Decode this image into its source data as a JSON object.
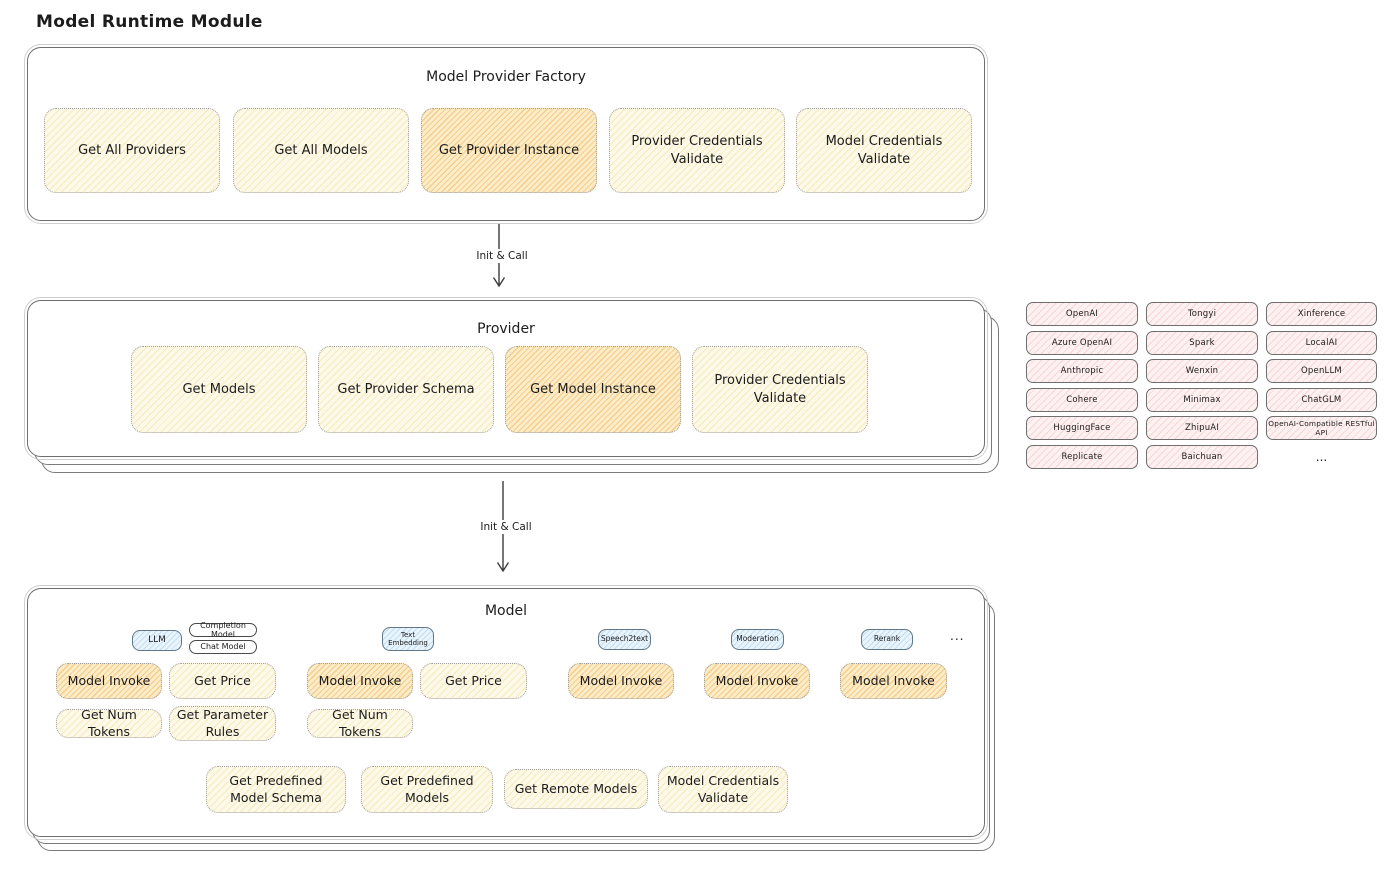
{
  "page_title": "Model Runtime Module",
  "colors": {
    "function_yellow": "#fdf9e8",
    "function_highlight_orange": "#fbedca",
    "provider_pink": "#fdf1f1",
    "type_tag_blue": "#eaf4fc"
  },
  "arrows": {
    "factory_to_provider": "Init & Call",
    "provider_to_model": "Init & Call"
  },
  "factory": {
    "title": "Model Provider Factory",
    "boxes": [
      "Get All Providers",
      "Get All Models",
      "Get Provider Instance",
      "Provider Credentials Validate",
      "Model Credentials Validate"
    ]
  },
  "provider": {
    "title": "Provider",
    "boxes": [
      "Get Models",
      "Get Provider Schema",
      "Get Model Instance",
      "Provider Credentials Validate"
    ]
  },
  "provider_list": {
    "column1": [
      "OpenAI",
      "Azure OpenAI",
      "Anthropic",
      "Cohere",
      "HuggingFace",
      "Replicate"
    ],
    "column2": [
      "Tongyi",
      "Spark",
      "Wenxin",
      "Minimax",
      "ZhipuAI",
      "Baichuan"
    ],
    "column3": [
      "Xinference",
      "LocalAI",
      "OpenLLM",
      "ChatGLM",
      "OpenAI-Compatible RESTful API"
    ],
    "more": "..."
  },
  "model": {
    "title": "Model",
    "type_tags": {
      "llm": "LLM",
      "completion": "Completion Model",
      "chat": "Chat Model",
      "text_embedding": "Text Embedding",
      "speech2text": "Speech2text",
      "moderation": "Moderation",
      "rerank": "Rerank",
      "more": "..."
    },
    "llm_ops": [
      "Model Invoke",
      "Get Price",
      "Get Num Tokens",
      "Get Parameter Rules"
    ],
    "embedding_ops": [
      "Model Invoke",
      "Get Price",
      "Get Num Tokens"
    ],
    "speech2text_ops": [
      "Model Invoke"
    ],
    "moderation_ops": [
      "Model Invoke"
    ],
    "rerank_ops": [
      "Model Invoke"
    ],
    "common_ops": [
      "Get Predefined Model Schema",
      "Get Predefined Models",
      "Get Remote Models",
      "Model Credentials Validate"
    ]
  }
}
